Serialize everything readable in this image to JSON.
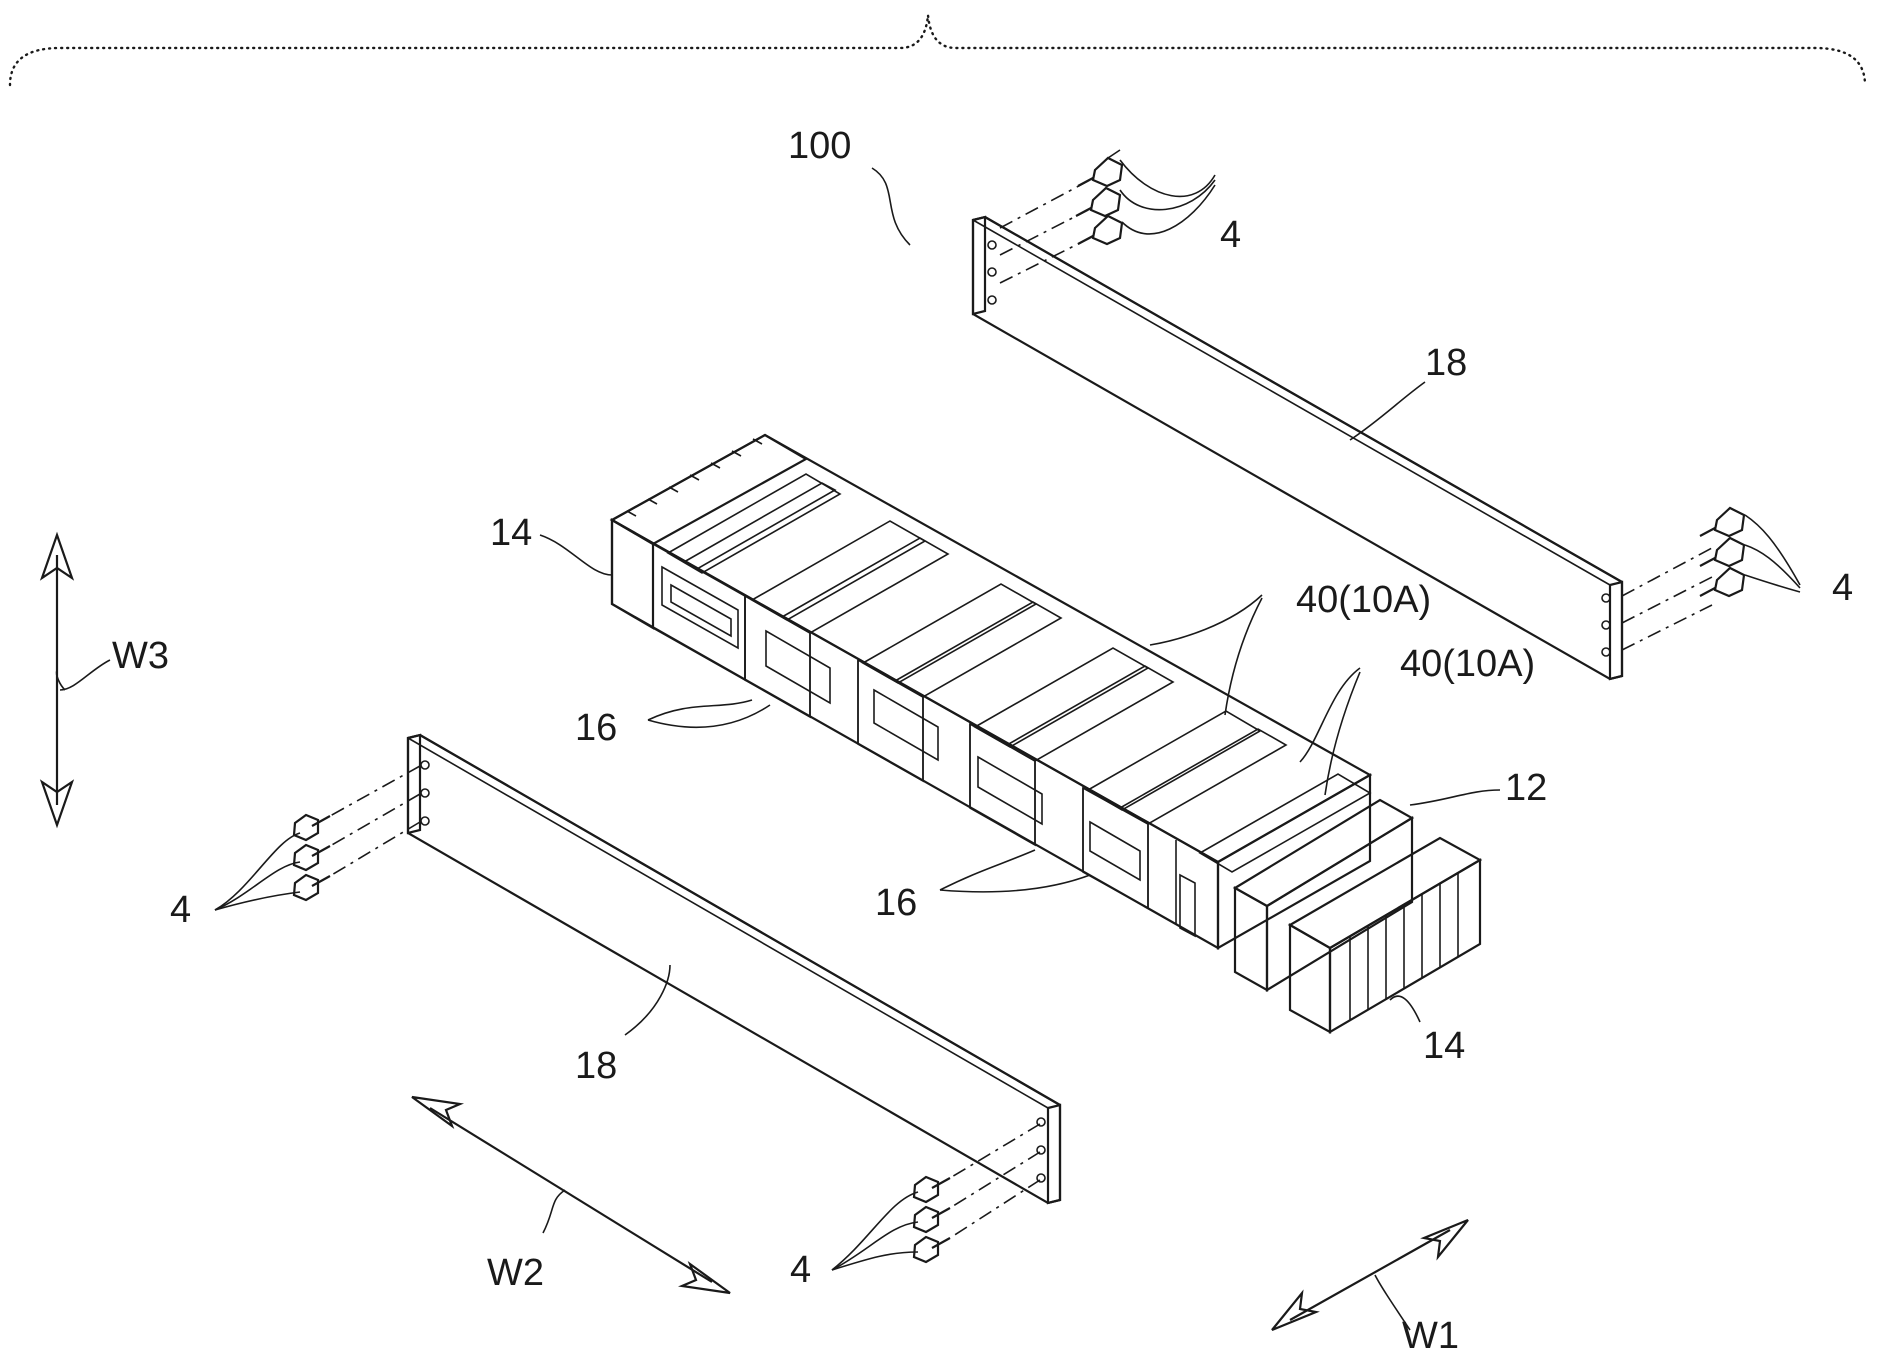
{
  "colors": {
    "ink": "#1a1a1a",
    "paper": "#ffffff",
    "stipple": "#9a9a9a"
  },
  "labels": {
    "assembly": "100",
    "plate_upper": "18",
    "plate_lower": "18",
    "bolts_upper_left": "4",
    "bolts_upper_right": "4",
    "bolts_lower_left": "4",
    "bolts_lower_right": "4",
    "end_plate_left": "14",
    "end_plate_right": "14",
    "spacer_upper": "16",
    "spacer_lower": "16",
    "cell_upper": "40(10A)",
    "cell_lower": "40(10A)",
    "insulator": "12",
    "dir_w1": "W1",
    "dir_w2": "W2",
    "dir_w3": "W3"
  }
}
